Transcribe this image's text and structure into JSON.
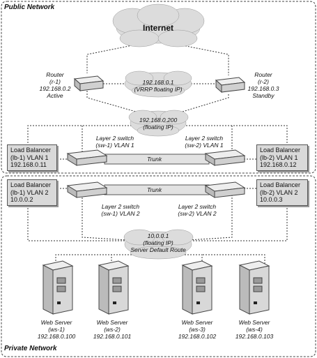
{
  "zones": {
    "public": "Public Network",
    "private": "Private Network"
  },
  "internet": "Internet",
  "routers": [
    {
      "name": "Router",
      "id": "(r-1)",
      "ip": "192.168.0.2",
      "state": "Active"
    },
    {
      "name": "Router",
      "id": "(r-2)",
      "ip": "192.168.0.3",
      "state": "Standby"
    }
  ],
  "vrrp": {
    "ip": "192.168.0.1",
    "label": "(VRRP floating IP)"
  },
  "public_float": {
    "ip": "192.168.0.200",
    "label": "(floating IP)"
  },
  "switches": [
    {
      "top": "Layer 2 switch",
      "bottom": "(sw-1) VLAN 1"
    },
    {
      "top": "Layer 2 switch",
      "bottom": "(sw-2) VLAN 1"
    },
    {
      "top": "Layer 2 switch",
      "bottom": "(sw-1) VLAN 2"
    },
    {
      "top": "Layer 2 switch",
      "bottom": "(sw-2) VLAN 2"
    }
  ],
  "trunk": "Trunk",
  "load_balancers": [
    {
      "l1": "Load Balancer",
      "l2": "(lb-1) VLAN 1",
      "l3": "192.168.0.11"
    },
    {
      "l1": "Load Balancer",
      "l2": "(lb-2) VLAN 1",
      "l3": "192.168.0.12"
    },
    {
      "l1": "Load Balancer",
      "l2": "(lb-1) VLAN 2",
      "l3": "10.0.0.2"
    },
    {
      "l1": "Load Balancer",
      "l2": "(lb-2) VLAN 2",
      "l3": "10.0.0.3"
    }
  ],
  "private_float": {
    "ip": "10.0.0.1",
    "label": "(floating IP)",
    "route": "Server Default Route"
  },
  "servers": [
    {
      "name": "Web Server",
      "id": "(ws-1)",
      "ip": "192.168.0.100"
    },
    {
      "name": "Web Server",
      "id": "(ws-2)",
      "ip": "192.168.0.101"
    },
    {
      "name": "Web Server",
      "id": "(ws-3)",
      "ip": "192.168.0.102"
    },
    {
      "name": "Web Server",
      "id": "(ws-4)",
      "ip": "192.168.0.103"
    }
  ]
}
